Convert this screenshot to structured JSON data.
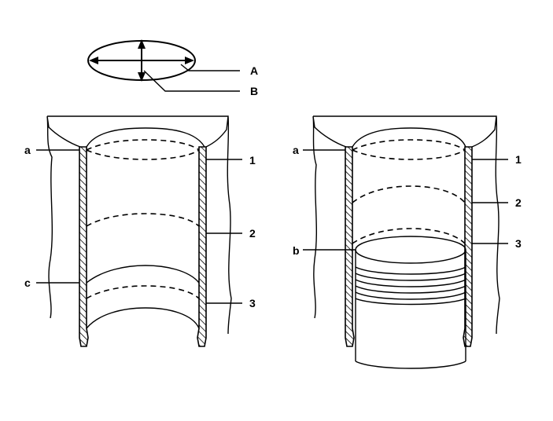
{
  "measure_axes": {
    "label_a": "A",
    "label_b": "B"
  },
  "left_cylinder": {
    "marker_a": "a",
    "marker_c": "c",
    "position_1": "1",
    "position_2": "2",
    "position_3": "3"
  },
  "right_cylinder": {
    "marker_a": "a",
    "marker_b": "b",
    "position_1": "1",
    "position_2": "2",
    "position_3": "3"
  }
}
